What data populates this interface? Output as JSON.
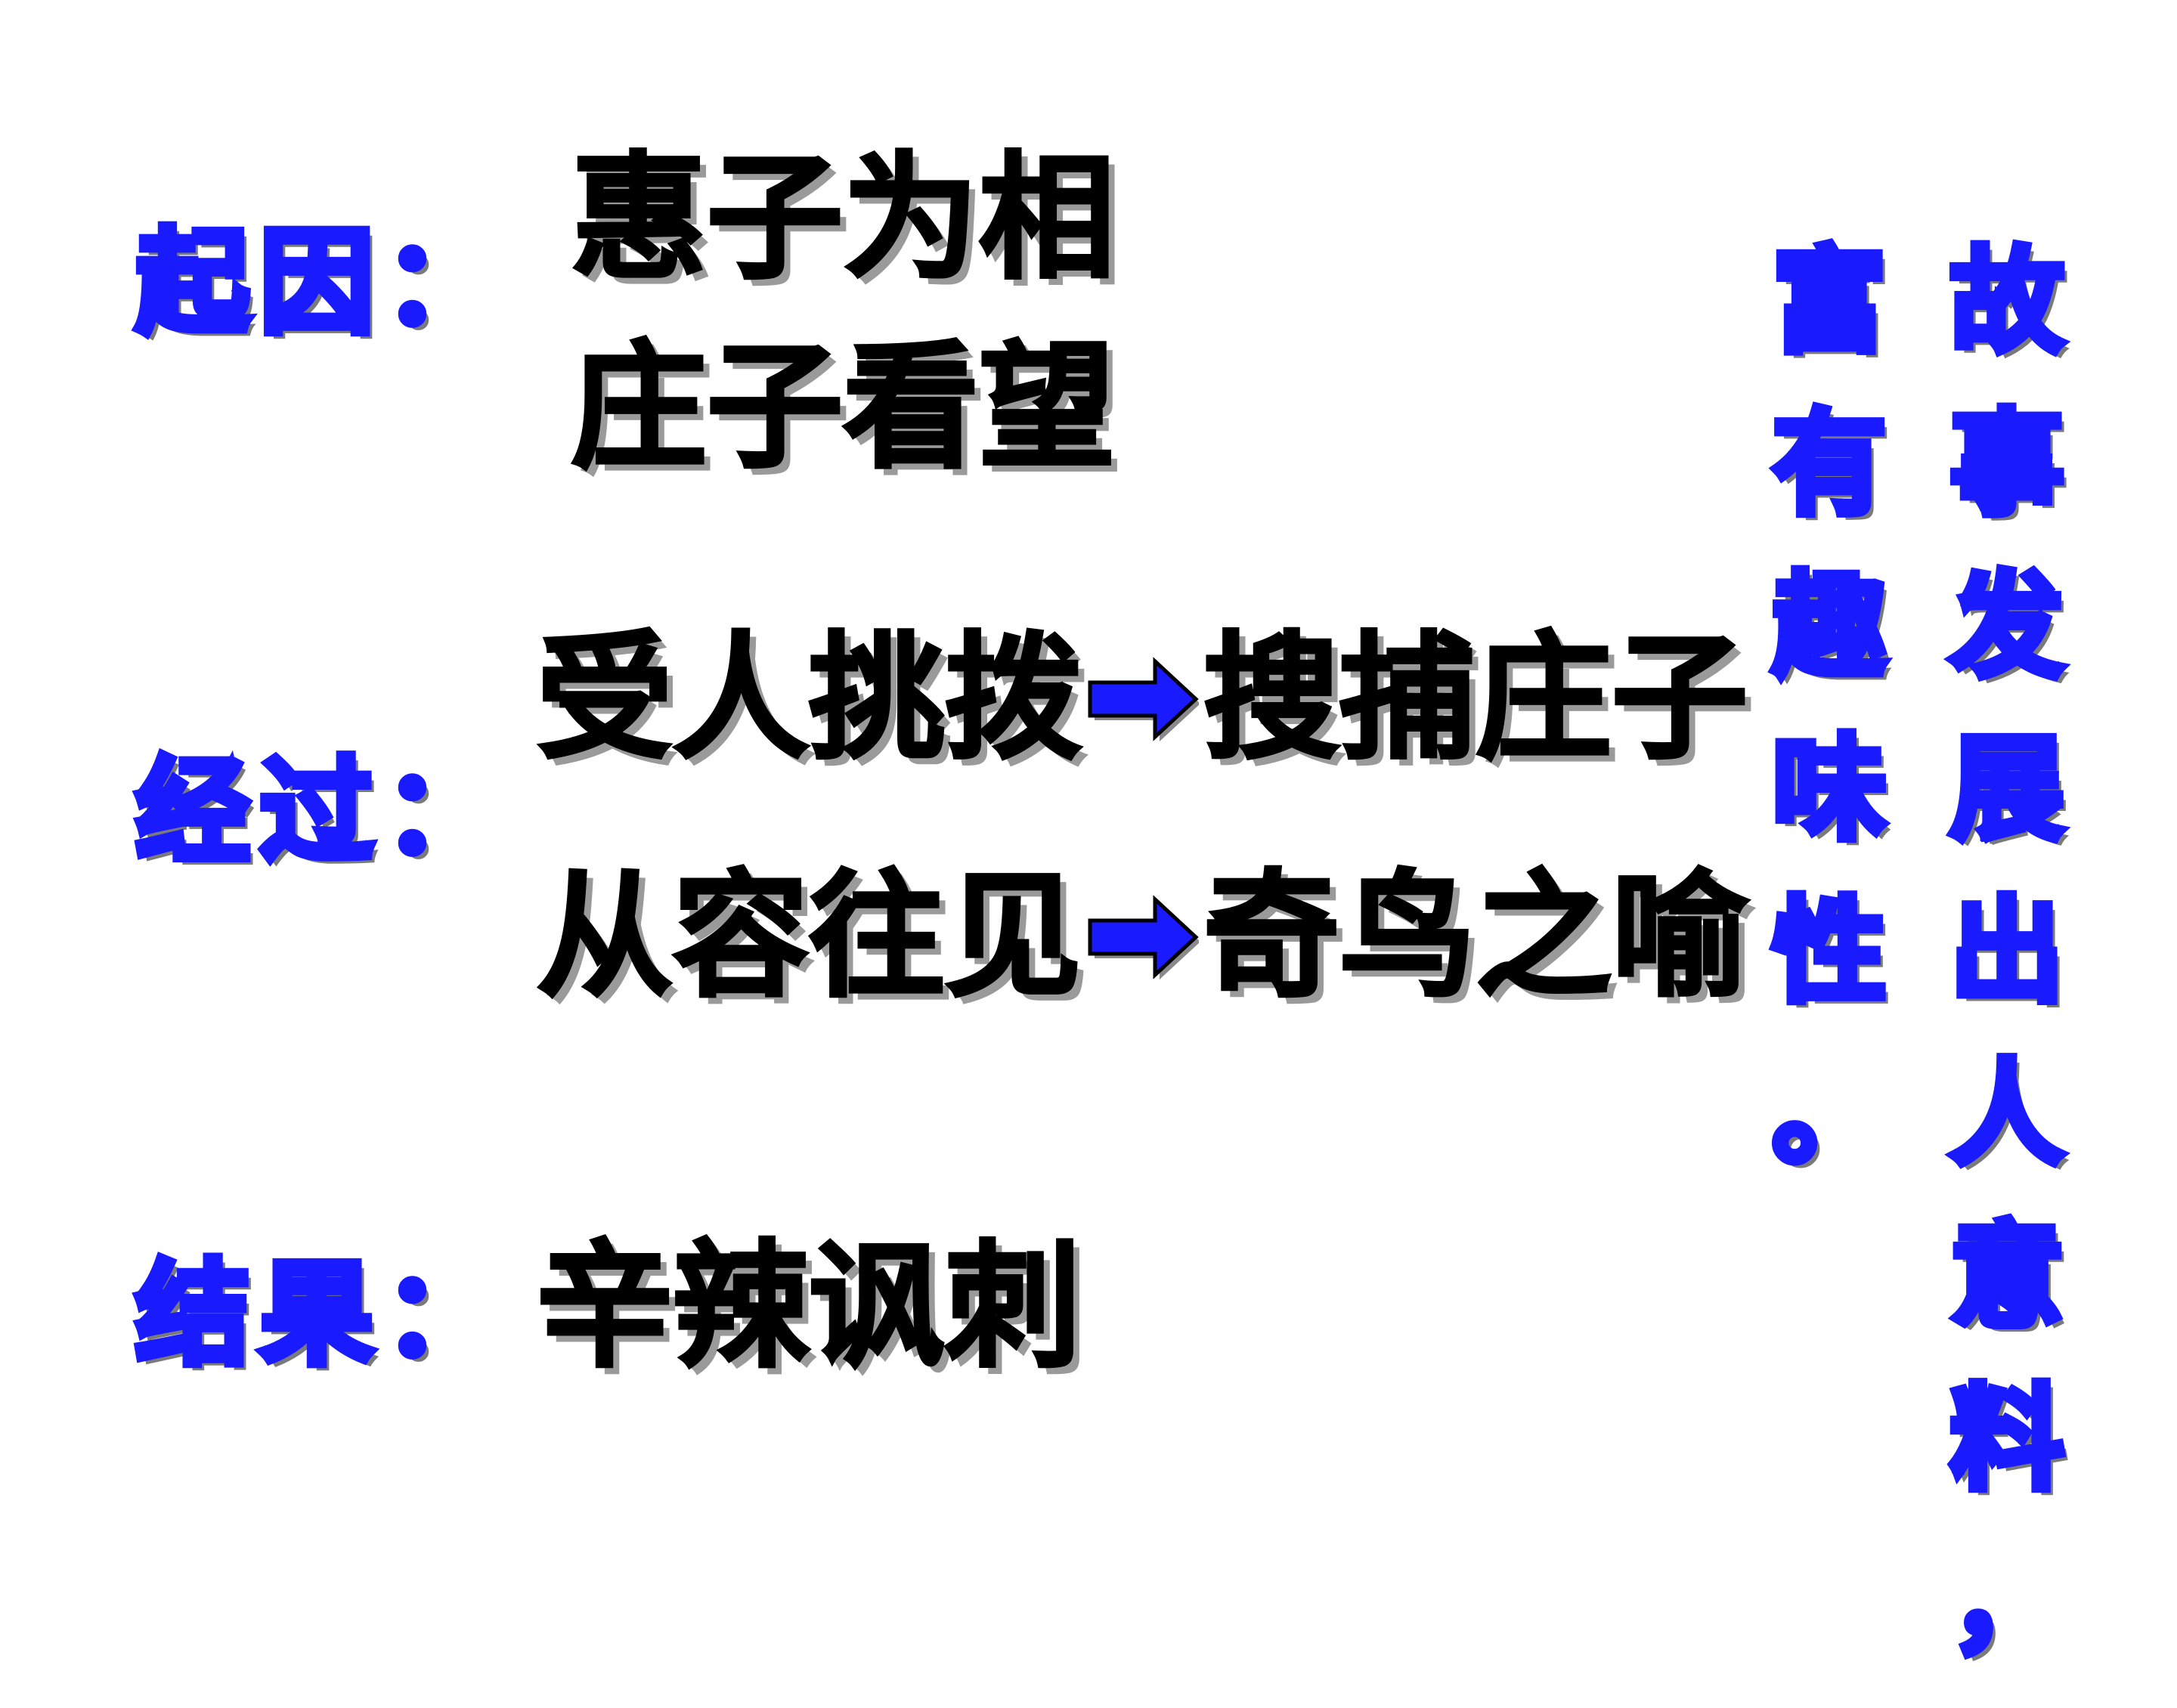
{
  "labels": {
    "cause": "起因：",
    "process": "经过：",
    "result": "结果："
  },
  "cause": {
    "line1": "惠子为相",
    "line2": "庄子看望"
  },
  "process": {
    "row1": {
      "from": "受人挑拨",
      "to": "搜捕庄子"
    },
    "row2": {
      "from": "从容往见",
      "to": "奇鸟之喻"
    }
  },
  "result": {
    "text": "辛辣讽刺"
  },
  "comment": {
    "column_right": [
      "故",
      "事",
      "发",
      "展",
      "出",
      "人",
      "意",
      "料",
      "，"
    ],
    "column_left": [
      "富",
      "有",
      "趣",
      "味",
      "性",
      "。"
    ]
  },
  "colors": {
    "accent_blue": "#1a1aff",
    "text_black": "#000000",
    "shadow_gray": "#8a8a8a"
  },
  "icons": {
    "arrow": "right-arrow-icon"
  }
}
